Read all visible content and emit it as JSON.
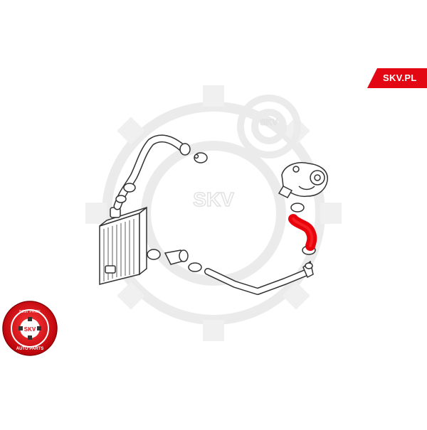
{
  "brand": {
    "tag_label": "SKV.PL",
    "watermark_text": "SKV",
    "accent_color": "#e30613"
  },
  "badge": {
    "ring_text_top": "BEST PRICE",
    "center_text": "SKV",
    "ring_text_bottom": "AUTO PARTS",
    "fill_color": "#e30613"
  },
  "diagram": {
    "highlight_color": "#e8000b",
    "line_color": "#333333"
  }
}
